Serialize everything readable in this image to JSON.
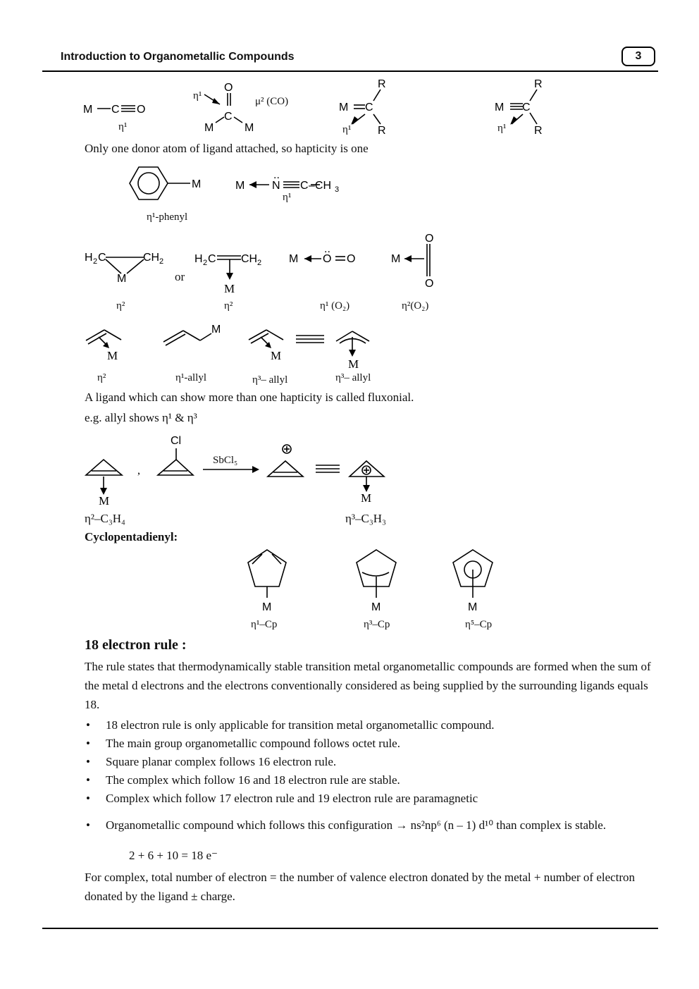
{
  "header": {
    "title": "Introduction to  Organometallic Compounds",
    "page_number": "3"
  },
  "sec1": {
    "line1": "Only one donor atom of ligand attached, so hapticity is one"
  },
  "labels": {
    "eta1_a": "η¹",
    "mu2_co": "μ² (CO)",
    "eta1_phenyl": "η¹-phenyl",
    "eta1_nitrile": "η¹",
    "or": "or",
    "eta2_a": "η²",
    "eta2_b": "η²",
    "eta1_o2": "η¹ (O₂)",
    "eta2_o2": "η²(O₂)",
    "eta2_c": "η²",
    "eta1_allyl": "η¹-allyl",
    "eta3_allyl_a": "η³– allyl",
    "eta3_allyl_b": "η³– allyl",
    "eta2_c3h4": "η²–C₃H₄",
    "eta3_c3h3": "η³–C₃H₃",
    "sbcl5": "SbCl₅",
    "eta1_cp": "η¹–Cp",
    "eta3_cp": "η³–Cp",
    "eta5_cp": "η⁵–Cp"
  },
  "fluxional": {
    "line1": "A ligand which can show more than one hapticity is called fluxonial.",
    "line2": "e.g. allyl shows  η¹  & η³"
  },
  "cp_heading": "Cyclopentadienyl:",
  "rule": {
    "heading": "18 electron rule :",
    "intro": "The rule states that thermodynamically stable transition metal organometallic compounds are formed when the sum of the metal d electrons and the electrons conventionally considered as being supplied by the surrounding ligands equals 18.",
    "bullets": [
      "18 electron rule is only applicable for transition metal organometallic compound.",
      "The main group organometallic compound follows octet rule.",
      "Square planar complex follows 16 electron rule.",
      "The complex which follow 16 and 18 electron rule are stable.",
      "Complex which follow 17 electron rule and 19 electron rule are paramagnetic",
      "Organometallic compound  which follows this configuration → ns²np⁶ (n – 1) d¹⁰  than complex is stable."
    ],
    "equation": "2 + 6 + 10 = 18 e⁻",
    "complex_line": "For complex, total number of electron = the number of valence electron donated by the metal + number of electron donated by the ligand ±  charge."
  }
}
